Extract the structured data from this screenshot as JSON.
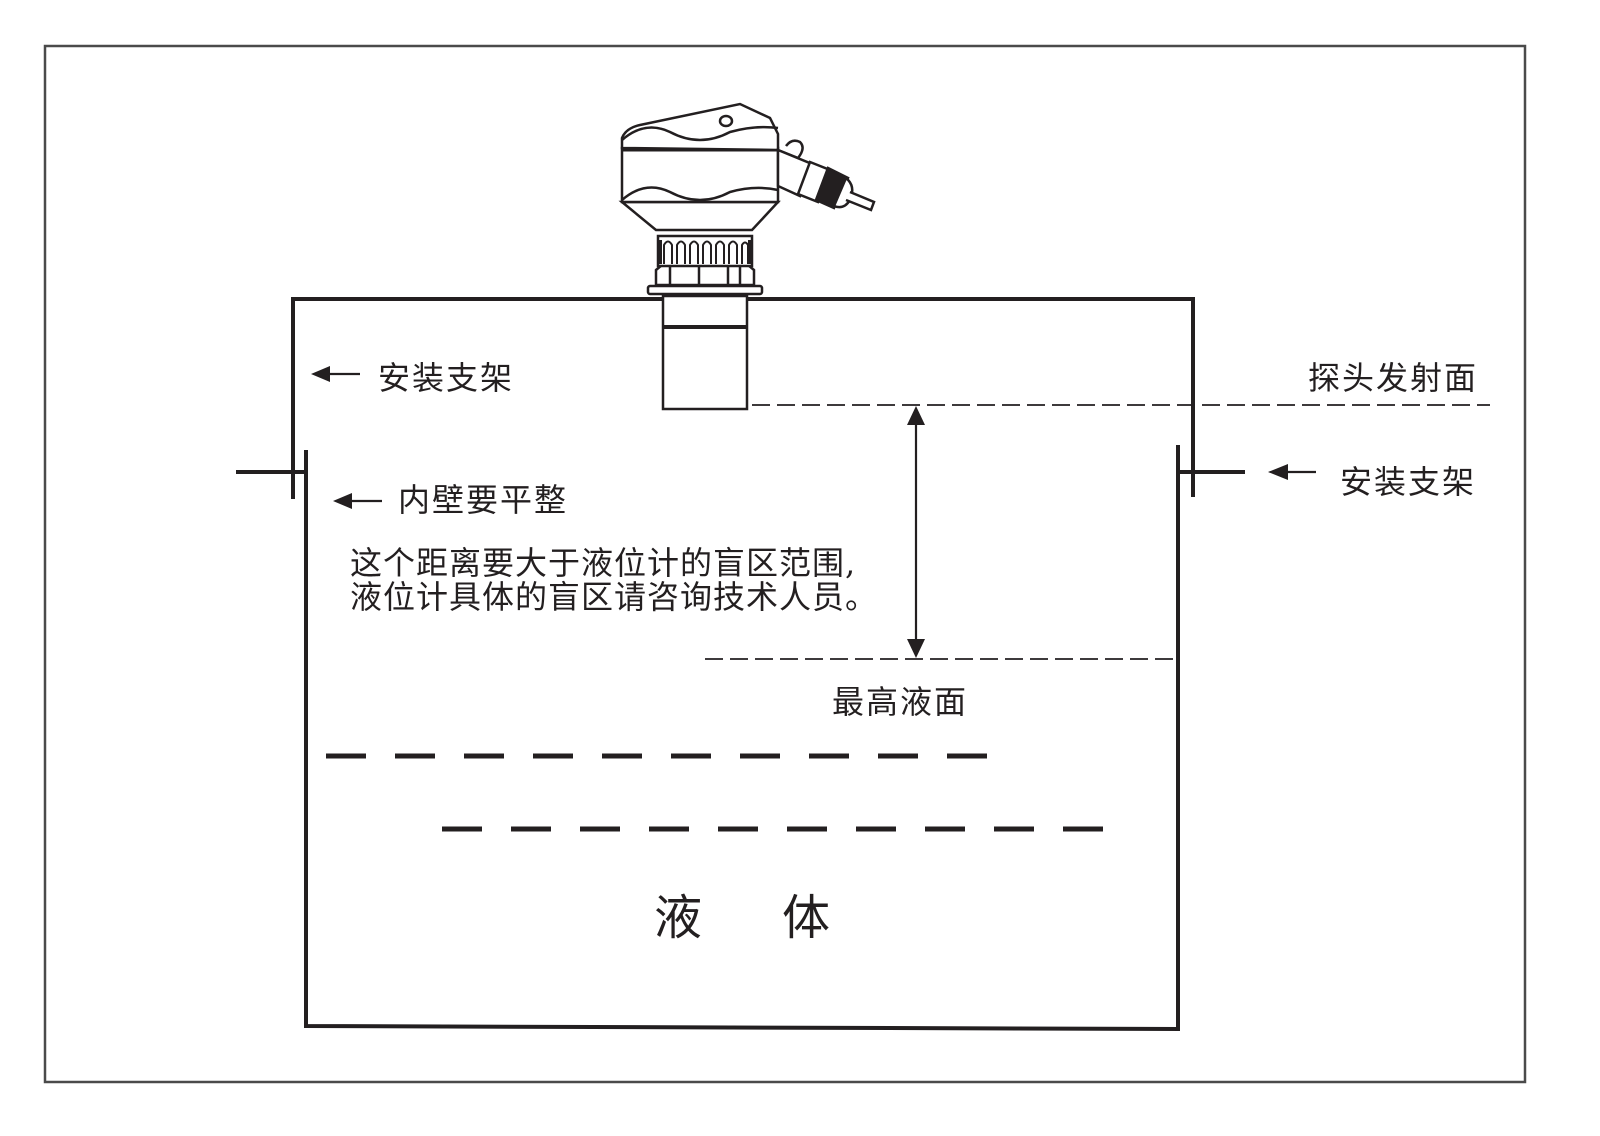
{
  "diagram": {
    "title": "Ultrasonic level meter installation diagram",
    "labels": {
      "mounting_bracket_left": "安装支架",
      "mounting_bracket_right": "安装支架",
      "inner_wall_smooth": "内壁要平整",
      "probe_emission_surface": "探头发射面",
      "blind_zone_note_line1": "这个距离要大于液位计的盲区范围,",
      "blind_zone_note_line2": "液位计具体的盲区请咨询技术人员。",
      "max_liquid_level": "最高液面",
      "liquid_char1": "液",
      "liquid_char2": "体"
    },
    "colors": {
      "stroke": "#231f20",
      "frame": "#4a4a4a",
      "background": "#ffffff"
    }
  }
}
